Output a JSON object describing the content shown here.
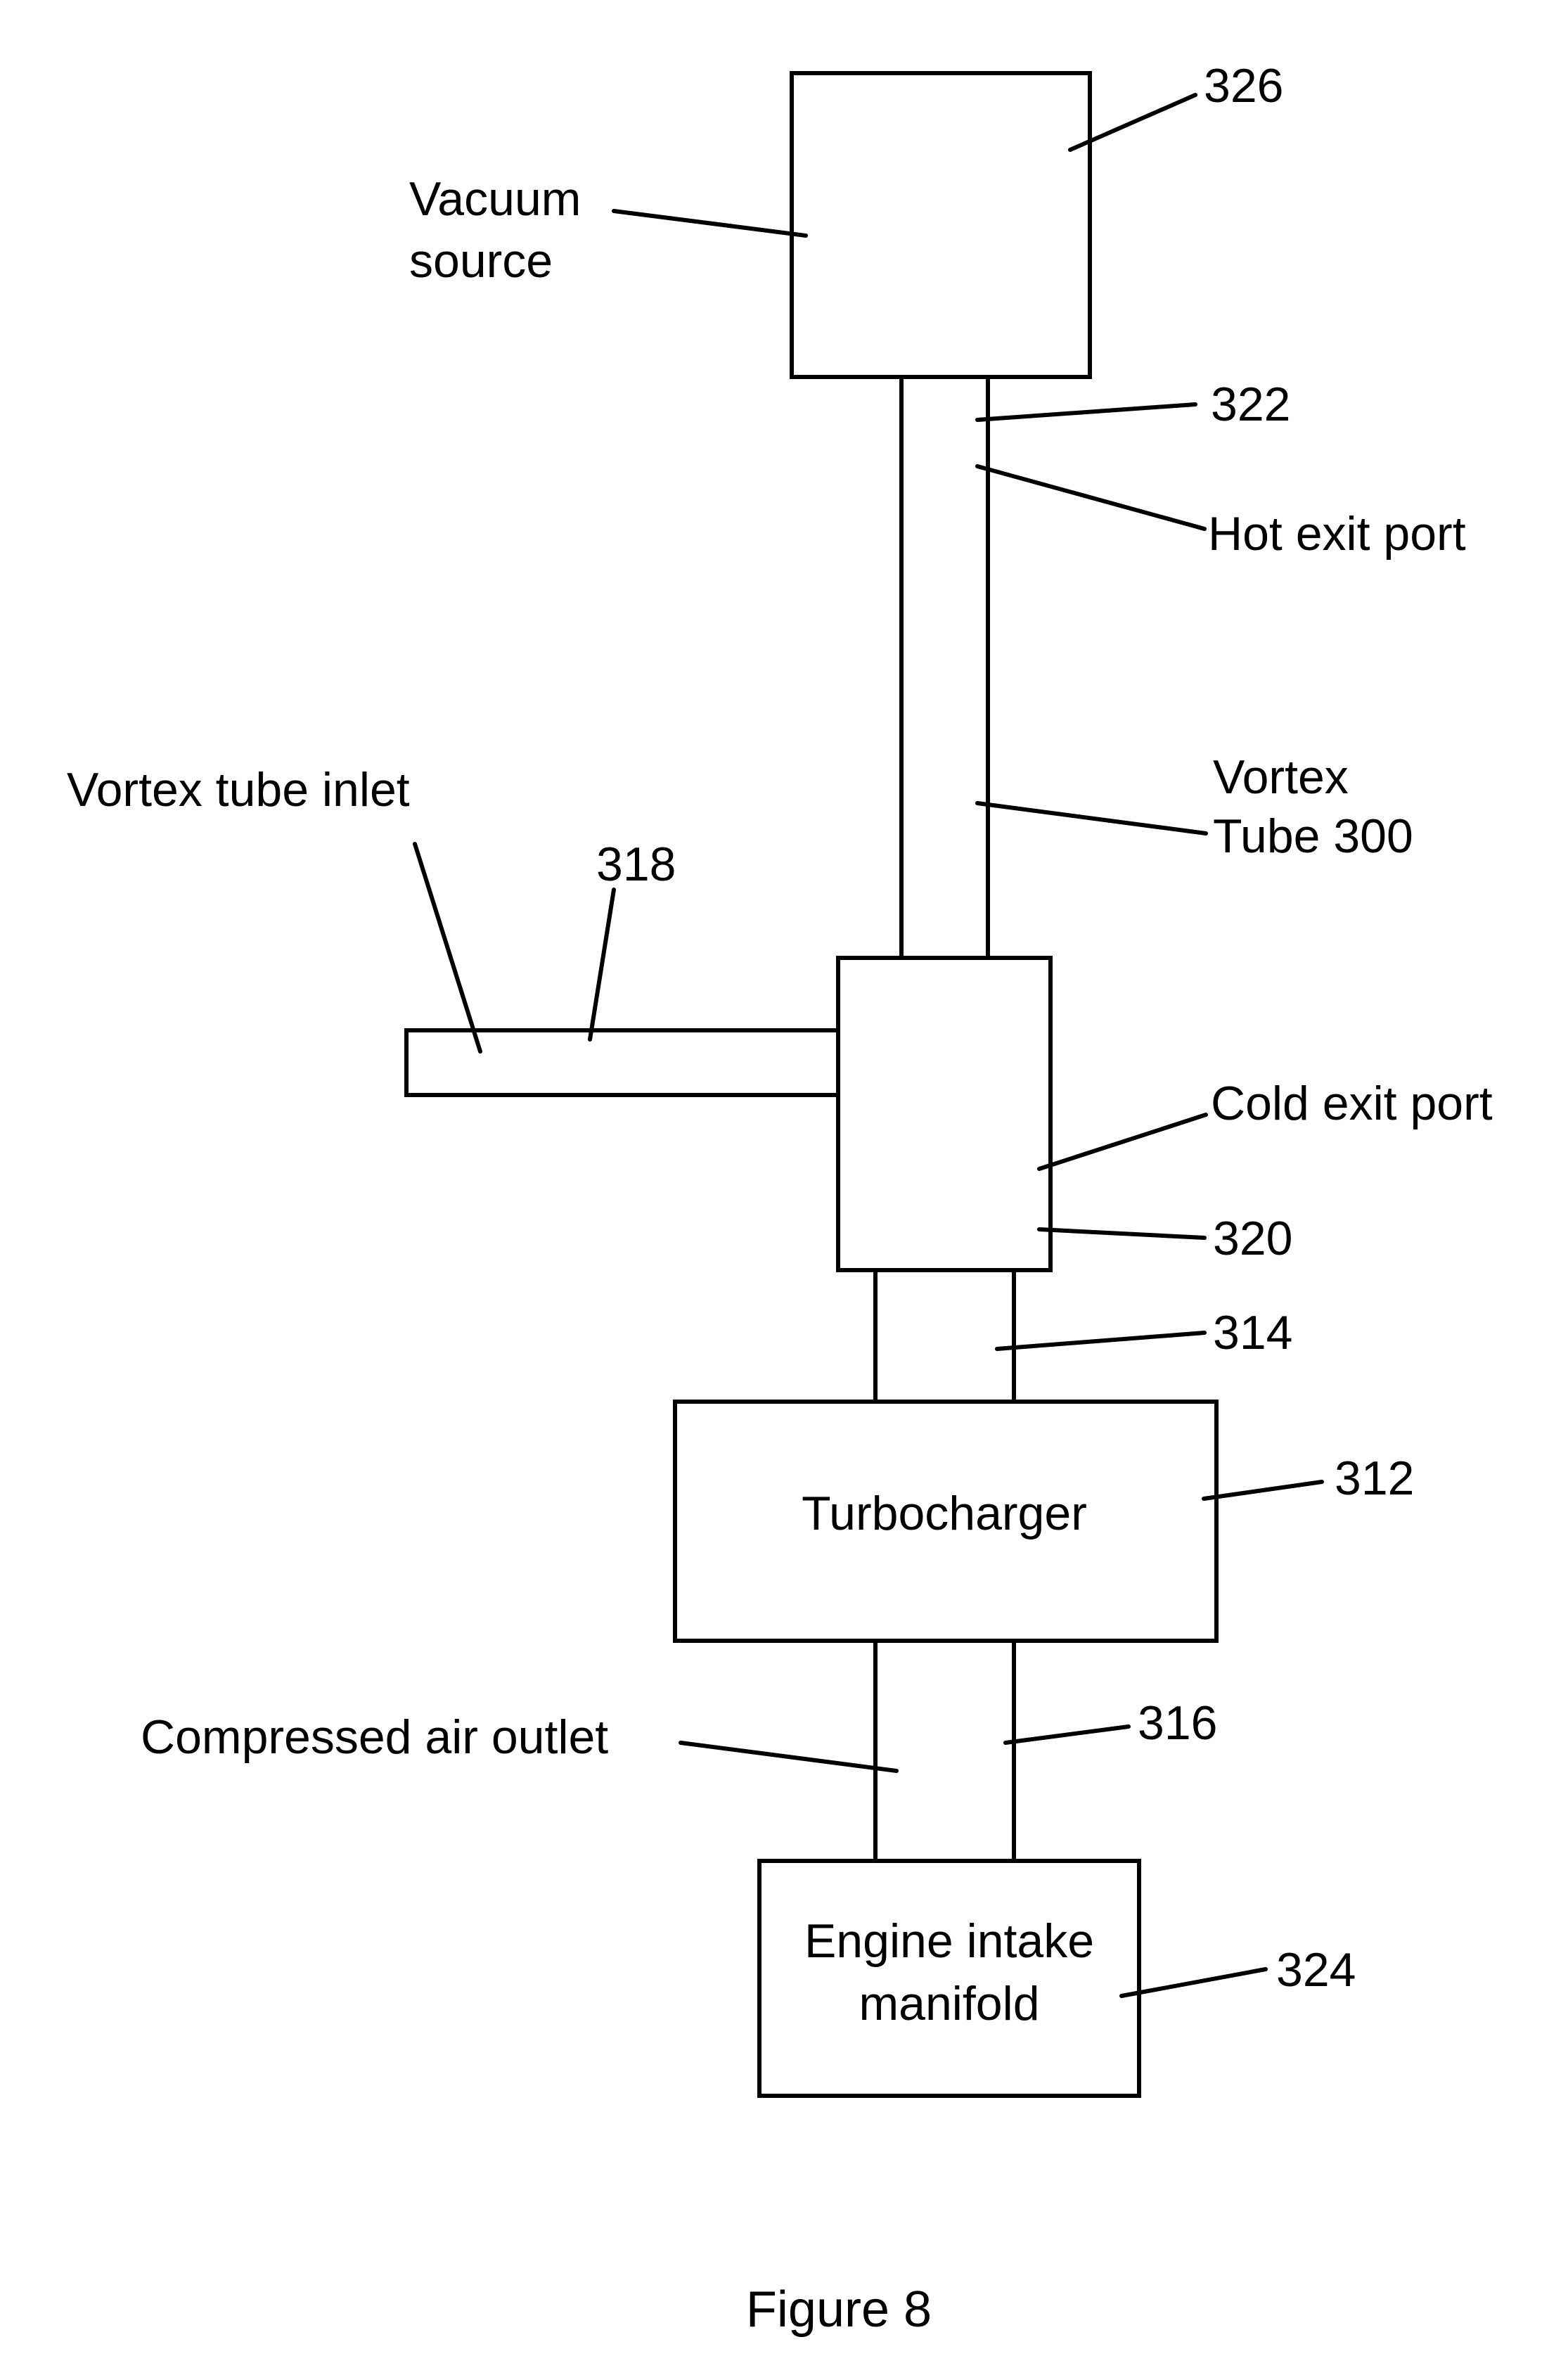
{
  "figure": {
    "caption": "Figure 8"
  },
  "components": {
    "vacuum_source": {
      "label_line1": "Vacuum",
      "label_line2": "source",
      "ref": "326"
    },
    "vortex_tube": {
      "label_line1": "Vortex",
      "label_line2": "Tube 300"
    },
    "hot_exit_port": {
      "label": "Hot exit port",
      "ref": "322"
    },
    "vortex_tube_inlet": {
      "label": "Vortex tube inlet",
      "ref": "318"
    },
    "cold_exit_port": {
      "label": "Cold exit port",
      "ref": "320"
    },
    "connector_314": {
      "ref": "314"
    },
    "turbocharger": {
      "label": "Turbocharger",
      "ref": "312"
    },
    "compressed_air_outlet": {
      "label": "Compressed air outlet",
      "ref": "316"
    },
    "engine_intake_manifold": {
      "label_line1": "Engine intake",
      "label_line2": "manifold",
      "ref": "324"
    }
  }
}
